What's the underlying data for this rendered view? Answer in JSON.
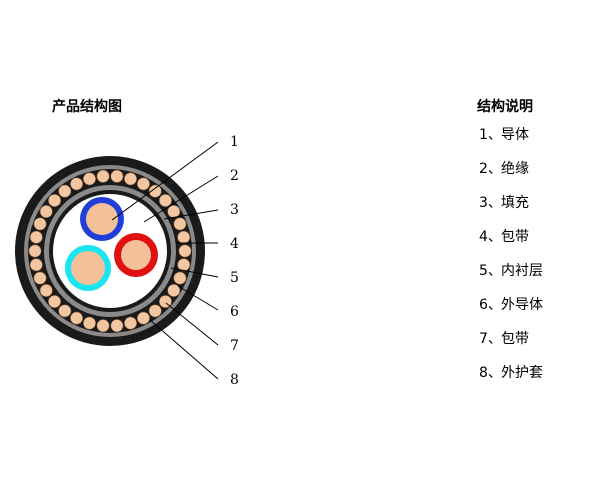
{
  "left_title": "产品结构图",
  "right_title": "结构说明",
  "legend": [
    {
      "num": "1",
      "sep": "、",
      "label": "导体"
    },
    {
      "num": "2",
      "sep": "、",
      "label": "绝缘"
    },
    {
      "num": "3",
      "sep": "、",
      "label": "填充"
    },
    {
      "num": "4",
      "sep": "、",
      "label": "包带"
    },
    {
      "num": "5",
      "sep": "、",
      "label": "内衬层"
    },
    {
      "num": "6",
      "sep": "、",
      "label": "外导体"
    },
    {
      "num": "7",
      "sep": "、",
      "label": "包带"
    },
    {
      "num": "8",
      "sep": "、",
      "label": "外护套"
    }
  ],
  "callouts": [
    "1",
    "2",
    "3",
    "4",
    "5",
    "6",
    "7",
    "8"
  ],
  "colors": {
    "sheath": "#1a1a1a",
    "tape": "#8a8a8a",
    "armor_wire": "#f2c6a0",
    "conductor": "#f4c09a",
    "insulation_blue": "#1f3fd8",
    "insulation_red": "#e01010",
    "insulation_cyan": "#19e6f0"
  }
}
